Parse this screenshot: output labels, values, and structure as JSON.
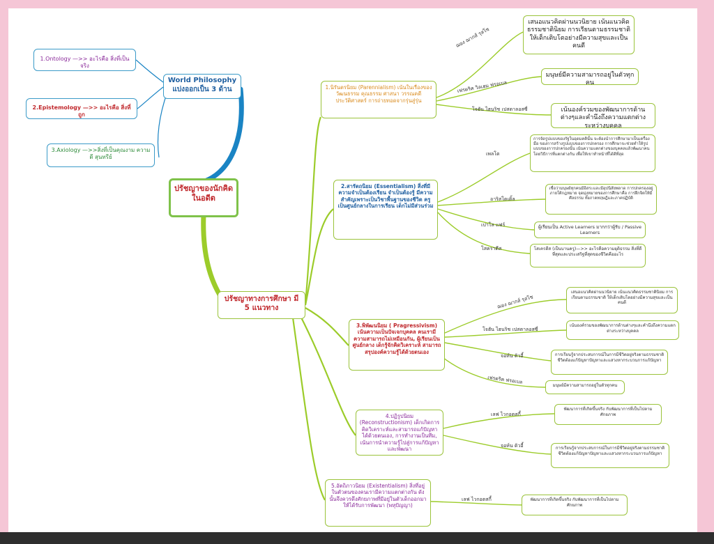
{
  "colors": {
    "background": "#f5c6d6",
    "central_border": "#7fc24a",
    "world_link": "#1a84c4",
    "branch_link": "#9ccc2a",
    "blue_text": "#1f5fa0",
    "orange_text": "#d98a1c",
    "red_text": "#c0282c",
    "purple_text": "#8a2a9a"
  },
  "central": {
    "label": "ปรัชญาของนักคิดในอดีต"
  },
  "world": {
    "label": "World Philosophy แบ่งออกเป็น 3 ด้าน",
    "items": [
      {
        "label": "1.Ontology —>> อะไรคือ สิ่งที่เป็นจริง"
      },
      {
        "label": "2.Epistemology —>> อะไรคือ สิ่งที่ถูก"
      },
      {
        "label": "3.Axiology —>>สิ่งที่เป็นคุณงาม ความดี สุนทรีย์"
      }
    ]
  },
  "education": {
    "label": "ปรัชญาทางการศึกษา มี 5 แนวทาง",
    "branches": [
      {
        "label": "1.นิรันตรนิยม (Parennialism) เน้นในเรื่องของวัฒนธรรม คุณธรรม ศาสนา วรรณคดี ประวัติศาสตร์ การถ่ายทอดจากรุ่นสู่รุ่น",
        "thinkers": [
          {
            "name": "ฌอง ฌากส์ รุสโซ",
            "desc": "เสนอแนวคิดผ่านนวนิยาย เน้นแนวคิดธรรมชาตินิยม การเรียนตามธรรมชาติ ให้เด็กเติบโตอย่างมีความสุขและเป็นคนดี"
          },
          {
            "name": "เฟรดริค วิลเฮม ฟรอเบล",
            "desc": "มนุษย์มีความสามารถอยู่ในตัวทุกคน"
          },
          {
            "name": "โจฮัน ไฮนริช เปสตาลอสซี่",
            "desc": "เน้นองค์รวมของพัฒนาการด้านต่างๆและคำนึงถึงความแตกต่างระหว่างบุคคล"
          }
        ]
      },
      {
        "label": "2.สารัตถนิยม (Essentialism) สิ่งที่มีความจำเป็นต้องเรียน จำเป็นต้องรู้ มีความสำคัญเพราะเป็นวิชาพื้นฐานของชีวิต ครูเป็นศูนย์กลางในการเรียน เด็กไม่มีส่วนร่วม",
        "thinkers": [
          {
            "name": "เพลโต",
            "desc": "การจัดรูปแบบของรัฐในอุดมคตินั้น จะต้องนำการศึกษามาเป็นเครื่องมือ ของการสร้างรูปแบบของการปกครอง การศึกษาจะช่วยทำให้รูปแบบของการปกครองนั้น เน้นความแตกต่างของบุคคลแล้วพัฒนาคน โดยวิธีการที่แตกต่างกัน เพื่อให้เขาทำหน้าที่ได้ดีที่สุด"
          },
          {
            "name": "อาริสโตเติ้ล",
            "desc": "เชื่อว่ามนุษย์ทุกคนมีอิสระและมีอุปนิสัยพลาด การปกครองอยู่ภายใต้กฎหมาย จุดมุ่งหมายของการศึกษาคือ การฝึกจิตให้มีศีลธรรม ทั้งภาคทฤษฎีและภาคปฏิบัติ"
          },
          {
            "name": "เปาโล แฟร์",
            "desc": "ผู้เรียนเป็น Active Learners มากกว่าผู้รับ / Passive Learners"
          },
          {
            "name": "โสคราตีส",
            "desc": "โสเครตีส (เป็นบานครู)—>> อะไรคือความยุติธรรม สิ่งที่ดีที่สุดและประเสริฐที่สุดของชีวิตคืออะไร"
          }
        ]
      },
      {
        "label": "3.พิพัฒนนิยม ( Pragressivism) เน้นความเป็นปัจเจกบุคคล คนเรามีความสามารถไม่เหมือนกัน, ผู้เรียนเป็นศูนย์กลาง เด็กรู้จักคิดวิเคราะห์ สามารถสรุปองค์ความรู้ได้ด้วยตนเอง",
        "thinkers": [
          {
            "name": "ฌอง ฌากส์ รุสโซ",
            "desc": "เสนอแนวคิดผ่านนวนิยาย เน้นแนวคิดธรรมชาตินิยม การเรียนตามธรรมชาติ ให้เด็กเติบโตอย่างมีความสุขและเป็นคนดี"
          },
          {
            "name": "โจฮัน ไฮนริช เปสตาลอสซี่",
            "desc": "เน้นองค์รวมของพัฒนาการด้านต่างๆและคำนึงถึงความแตกต่างระหว่างบุคคล"
          },
          {
            "name": "จอห์น ดิวอี้",
            "desc": "การเรียนรู้จากประสบการณ์ในการมีชีวิตอยู่จริงตามธรรมชาติ ชีวิตต้องแก้ปัญหาปัญหาและแสวงหากระบวนการแก้ปัญหา"
          },
          {
            "name": "เฟรดริค ฟรอเบล",
            "desc": "มนุษย์มีความสามารถอยู่ในตัวทุกคน"
          }
        ]
      },
      {
        "label": "4.ปฏิรูปนิยม (Reconstructionism) เด็กเกิดการคิดวิเคราะห์และสามารถแก้ปัญหาได้ด้วยตนเอง, การทำงานเป็นทีม, เน้นการนำความรู้ไปสู่การแก้ปัญหาและพัฒนา",
        "thinkers": [
          {
            "name": "เลฟ ไวกอตสกี้",
            "desc": "พัฒนาการที่เกิดขึ้นจริง กับพัฒนาการที่เป็นไปตามศักยภาพ"
          },
          {
            "name": "จอห์น ดิวอี้",
            "desc": "การเรียนรู้จากประสบการณ์ในการมีชีวิตอยู่จริงตามธรรมชาติ ชีวิตต้องแก้ปัญหาปัญหาและแสวงหากระบวนการแก้ปัญหา"
          }
        ]
      },
      {
        "label": "5.อัตถิภาวนิยม (Existentialism) สิ่งที่อยู่ในตัวตนของคนเรามีความแตกต่างกัน ดังนั้นจึงควรดึงศักยภาพที่มีอยู่ในตัวเด็กออกมาให้ได้รับการพัฒนา (พหุปัญญา)",
        "thinkers": [
          {
            "name": "เลฟ ไวกอตสกี้",
            "desc": "พัฒนาการที่เกิดขึ้นจริง กับพัฒนาการที่เป็นไปตามศักยภาพ"
          }
        ]
      }
    ]
  }
}
